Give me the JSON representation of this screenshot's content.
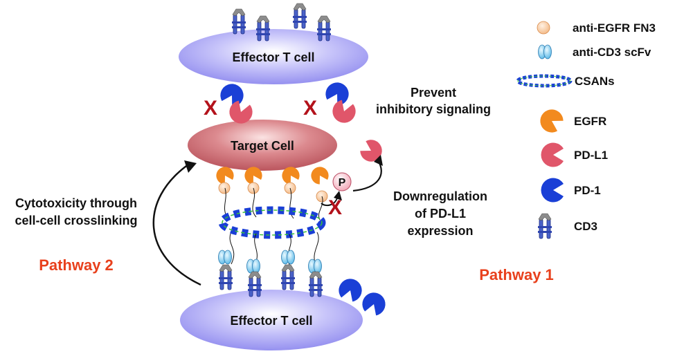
{
  "cells": {
    "top_effector": "Effector T cell",
    "target": "Target Cell",
    "bottom_effector": "Effector T cell"
  },
  "annotations": {
    "prevent": [
      "Prevent",
      "inhibitory signaling"
    ],
    "cytotoxicity": [
      "Cytotoxicity through",
      "cell-cell crosslinking"
    ],
    "downregulation": [
      "Downregulation",
      "of PD-L1",
      "expression"
    ],
    "phospho": "P",
    "block_mark": "X"
  },
  "pathways": {
    "pathway1": "Pathway 1",
    "pathway2": "Pathway 2"
  },
  "legend": [
    {
      "label": "anti-EGFR FN3",
      "icon": "fn3-icon"
    },
    {
      "label": "anti-CD3 scFv",
      "icon": "scfv-icon"
    },
    {
      "label": "CSANs",
      "icon": "csan-ring-icon"
    },
    {
      "label": "EGFR",
      "icon": "egfr-icon"
    },
    {
      "label": "PD-L1",
      "icon": "pdl1-icon"
    },
    {
      "label": "PD-1",
      "icon": "pd1-icon"
    },
    {
      "label": "CD3",
      "icon": "cd3-icon"
    }
  ],
  "colors": {
    "pathway": "#e8401c",
    "x_mark": "#b3121b",
    "egfr": "#f28a1e",
    "pdl1": "#e0566a",
    "pd1": "#1a3fd6",
    "fn3": "#f6c79a",
    "cd3": "#4a62c8",
    "cell_lavender": "#b6b3f5",
    "cell_target": "#cf6b72",
    "crosslinker": "#38c238"
  }
}
